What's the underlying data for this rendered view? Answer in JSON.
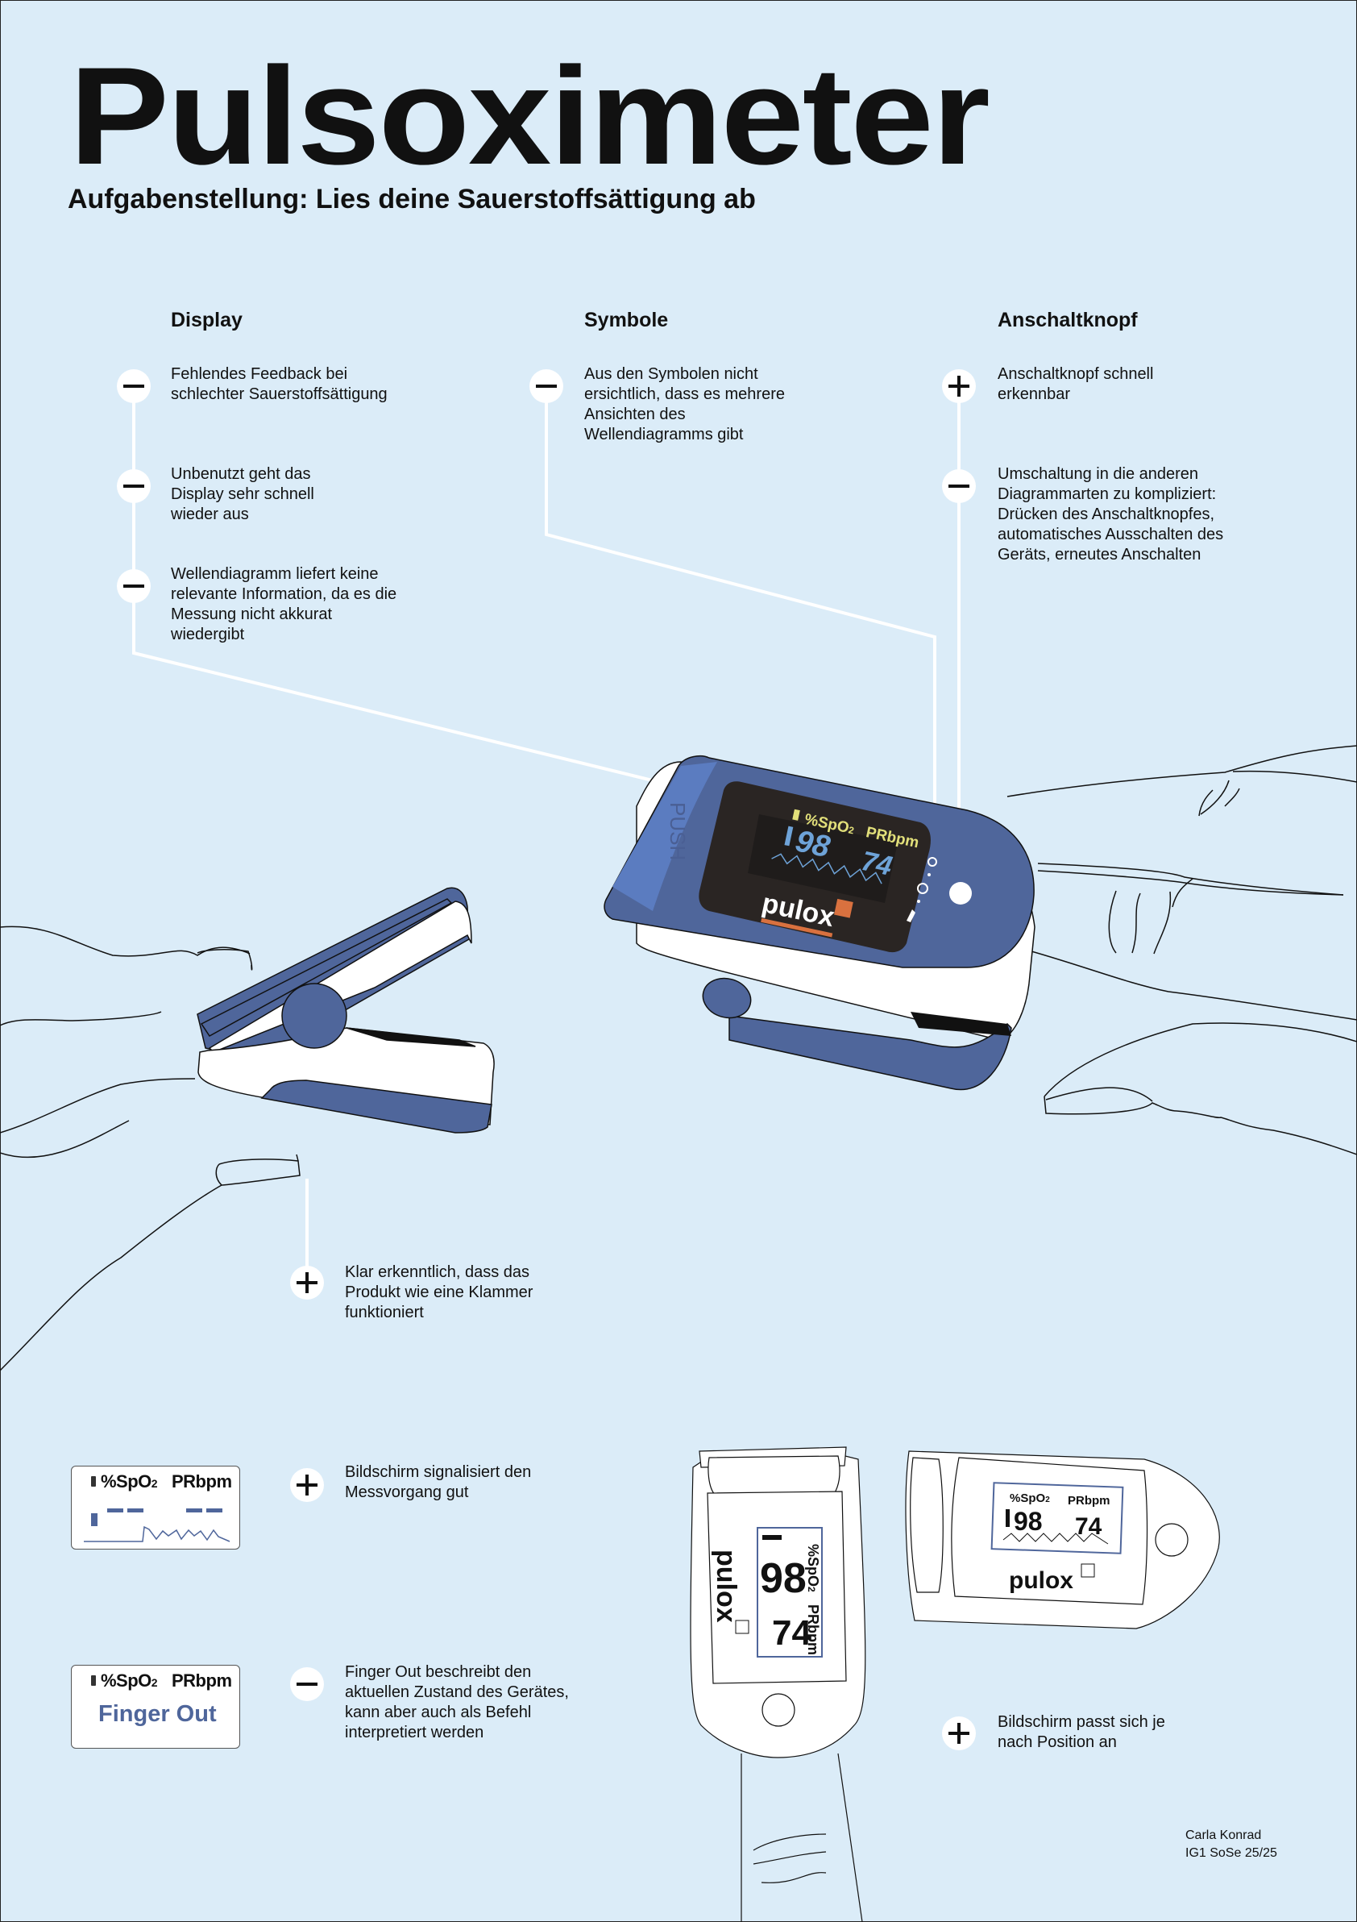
{
  "poster": {
    "title": "Pulsoximeter",
    "subtitle": "Aufgabenstellung: Lies deine Sauerstoffsättigung ab",
    "colors": {
      "background": "#dbecf8",
      "device_blue": "#4f669b",
      "device_blue_light": "#5b7cc0",
      "screen_dark": "#2a2523",
      "screen_value_blue": "#6ea3d8",
      "screen_label_yellow": "#e2e07a",
      "brand_orange": "#d9713f",
      "connector_white": "#ffffff"
    }
  },
  "columns": [
    {
      "heading": "Display",
      "items": [
        {
          "sign": "minus",
          "text": "Fehlendes Feedback bei schlechter Sauerstoffsättigung"
        },
        {
          "sign": "minus",
          "text": "Unbenutzt geht das Display sehr schnell wieder aus"
        },
        {
          "sign": "minus",
          "text": "Wellendiagramm liefert keine relevante Information, da es die Messung nicht akkurat wiedergibt"
        }
      ]
    },
    {
      "heading": "Symbole",
      "items": [
        {
          "sign": "minus",
          "text": "Aus den Symbolen nicht ersichtlich, dass es mehrere Ansichten des Wellendiagramms gibt"
        }
      ]
    },
    {
      "heading": "Anschaltknopf",
      "items": [
        {
          "sign": "plus",
          "text": "Anschaltknopf schnell erkennbar"
        },
        {
          "sign": "minus",
          "text": "Umschaltung in die anderen Diagrammarten zu kompliziert: Drücken des Anschaltknopfes, automatisches Ausschalten des Geräts, erneutes Anschalten"
        }
      ]
    }
  ],
  "clip_note": {
    "sign": "plus",
    "text": "Klar erkenntlich, dass das Produkt wie eine Klammer funktioniert"
  },
  "bottom_notes": [
    {
      "sign": "plus",
      "text": "Bildschirm signalisiert den Messvorgang gut"
    },
    {
      "sign": "minus",
      "text": "Finger Out beschreibt den aktuellen Zustand des Gerätes, kann aber auch als Befehl interpretiert werden"
    },
    {
      "sign": "plus",
      "text": "Bildschirm passt sich je nach Position an"
    }
  ],
  "device": {
    "push_label": "PUSH",
    "spo2_label": "%SpO",
    "spo2_sub": "2",
    "pr_label": "PRbpm",
    "spo2_value": "98",
    "pr_value": "74",
    "brand": "pulox",
    "icons": [
      "rotate-icon",
      "power-icon",
      "brightness-icon"
    ]
  },
  "screens": {
    "measuring": {
      "spo2_label": "%SpO",
      "spo2_sub": "2",
      "pr_label": "PRbpm",
      "placeholder": "– –"
    },
    "finger_out": {
      "spo2_label": "%SpO",
      "spo2_sub": "2",
      "pr_label": "PRbpm",
      "message": "Finger Out"
    }
  },
  "credit": {
    "name": "Carla Konrad",
    "course": "IG1 SoSe 25/25"
  }
}
